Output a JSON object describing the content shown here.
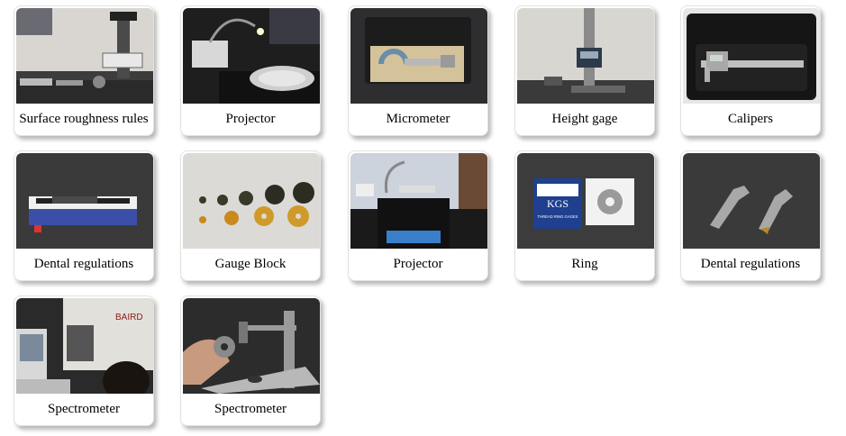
{
  "gallery": {
    "items": [
      {
        "label": "Surface roughness rules"
      },
      {
        "label": "Projector"
      },
      {
        "label": "Micrometer"
      },
      {
        "label": "Height gage"
      },
      {
        "label": "Calipers"
      },
      {
        "label": "Dental regulations"
      },
      {
        "label": "Gauge Block"
      },
      {
        "label": "Projector"
      },
      {
        "label": "Ring"
      },
      {
        "label": "Dental regulations"
      },
      {
        "label": "Spectrometer"
      },
      {
        "label": "Spectrometer"
      }
    ],
    "photo_texts": {
      "baird_logo": "BAIRD",
      "ring_box_logo": "KGS",
      "ring_box_text": "THREAD RING GAGES"
    }
  }
}
